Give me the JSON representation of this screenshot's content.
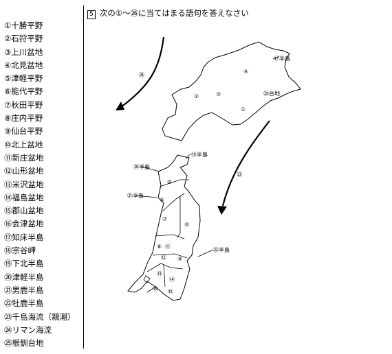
{
  "header": {
    "qnum": "5",
    "instruction": "次の①～㉖に当てはまる語句を答えなさい"
  },
  "answers": [
    "①十勝平野",
    "②石狩平野",
    "③上川盆地",
    "④北見盆地",
    "⑤津軽平野",
    "⑥能代平野",
    "⑦秋田平野",
    "⑧庄内平野",
    "⑨仙台平野",
    "⑩北上盆地",
    "⑪新庄盆地",
    "⑫山形盆地",
    "⑬米沢盆地",
    "⑭福島盆地",
    "⑮郡山盆地",
    "⑯会津盆地",
    "⑰知床半島",
    "⑱宗谷岬",
    "⑲下北半島",
    "⑳津軽半島",
    "㉑男鹿半島",
    "㉒牡鹿半島",
    "㉓千島海流（親潮）",
    "㉔リマン海流",
    "㉕根釧台地"
  ],
  "map": {
    "labels": [
      {
        "num": "①",
        "suffix": ""
      },
      {
        "num": "②",
        "suffix": ""
      },
      {
        "num": "③",
        "suffix": ""
      },
      {
        "num": "④",
        "suffix": ""
      },
      {
        "num": "⑤",
        "suffix": ""
      },
      {
        "num": "⑥",
        "suffix": ""
      },
      {
        "num": "⑦",
        "suffix": ""
      },
      {
        "num": "⑧",
        "suffix": ""
      },
      {
        "num": "⑨",
        "suffix": ""
      },
      {
        "num": "⑩",
        "suffix": ""
      },
      {
        "num": "⑪",
        "suffix": ""
      },
      {
        "num": "⑫",
        "suffix": ""
      },
      {
        "num": "⑬",
        "suffix": ""
      },
      {
        "num": "⑭",
        "suffix": ""
      },
      {
        "num": "⑮",
        "suffix": ""
      },
      {
        "num": "⑯",
        "suffix": ""
      },
      {
        "num": "⑰",
        "suffix": "半島"
      },
      {
        "num": "⑲",
        "suffix": "半島"
      },
      {
        "num": "⑳",
        "suffix": "半島"
      },
      {
        "num": "㉑",
        "suffix": "半島"
      },
      {
        "num": "㉒",
        "suffix": "半島"
      },
      {
        "num": "㉓",
        "suffix": ""
      },
      {
        "num": "㉔",
        "suffix": ""
      },
      {
        "num": "㉕",
        "suffix": "台地"
      }
    ]
  }
}
